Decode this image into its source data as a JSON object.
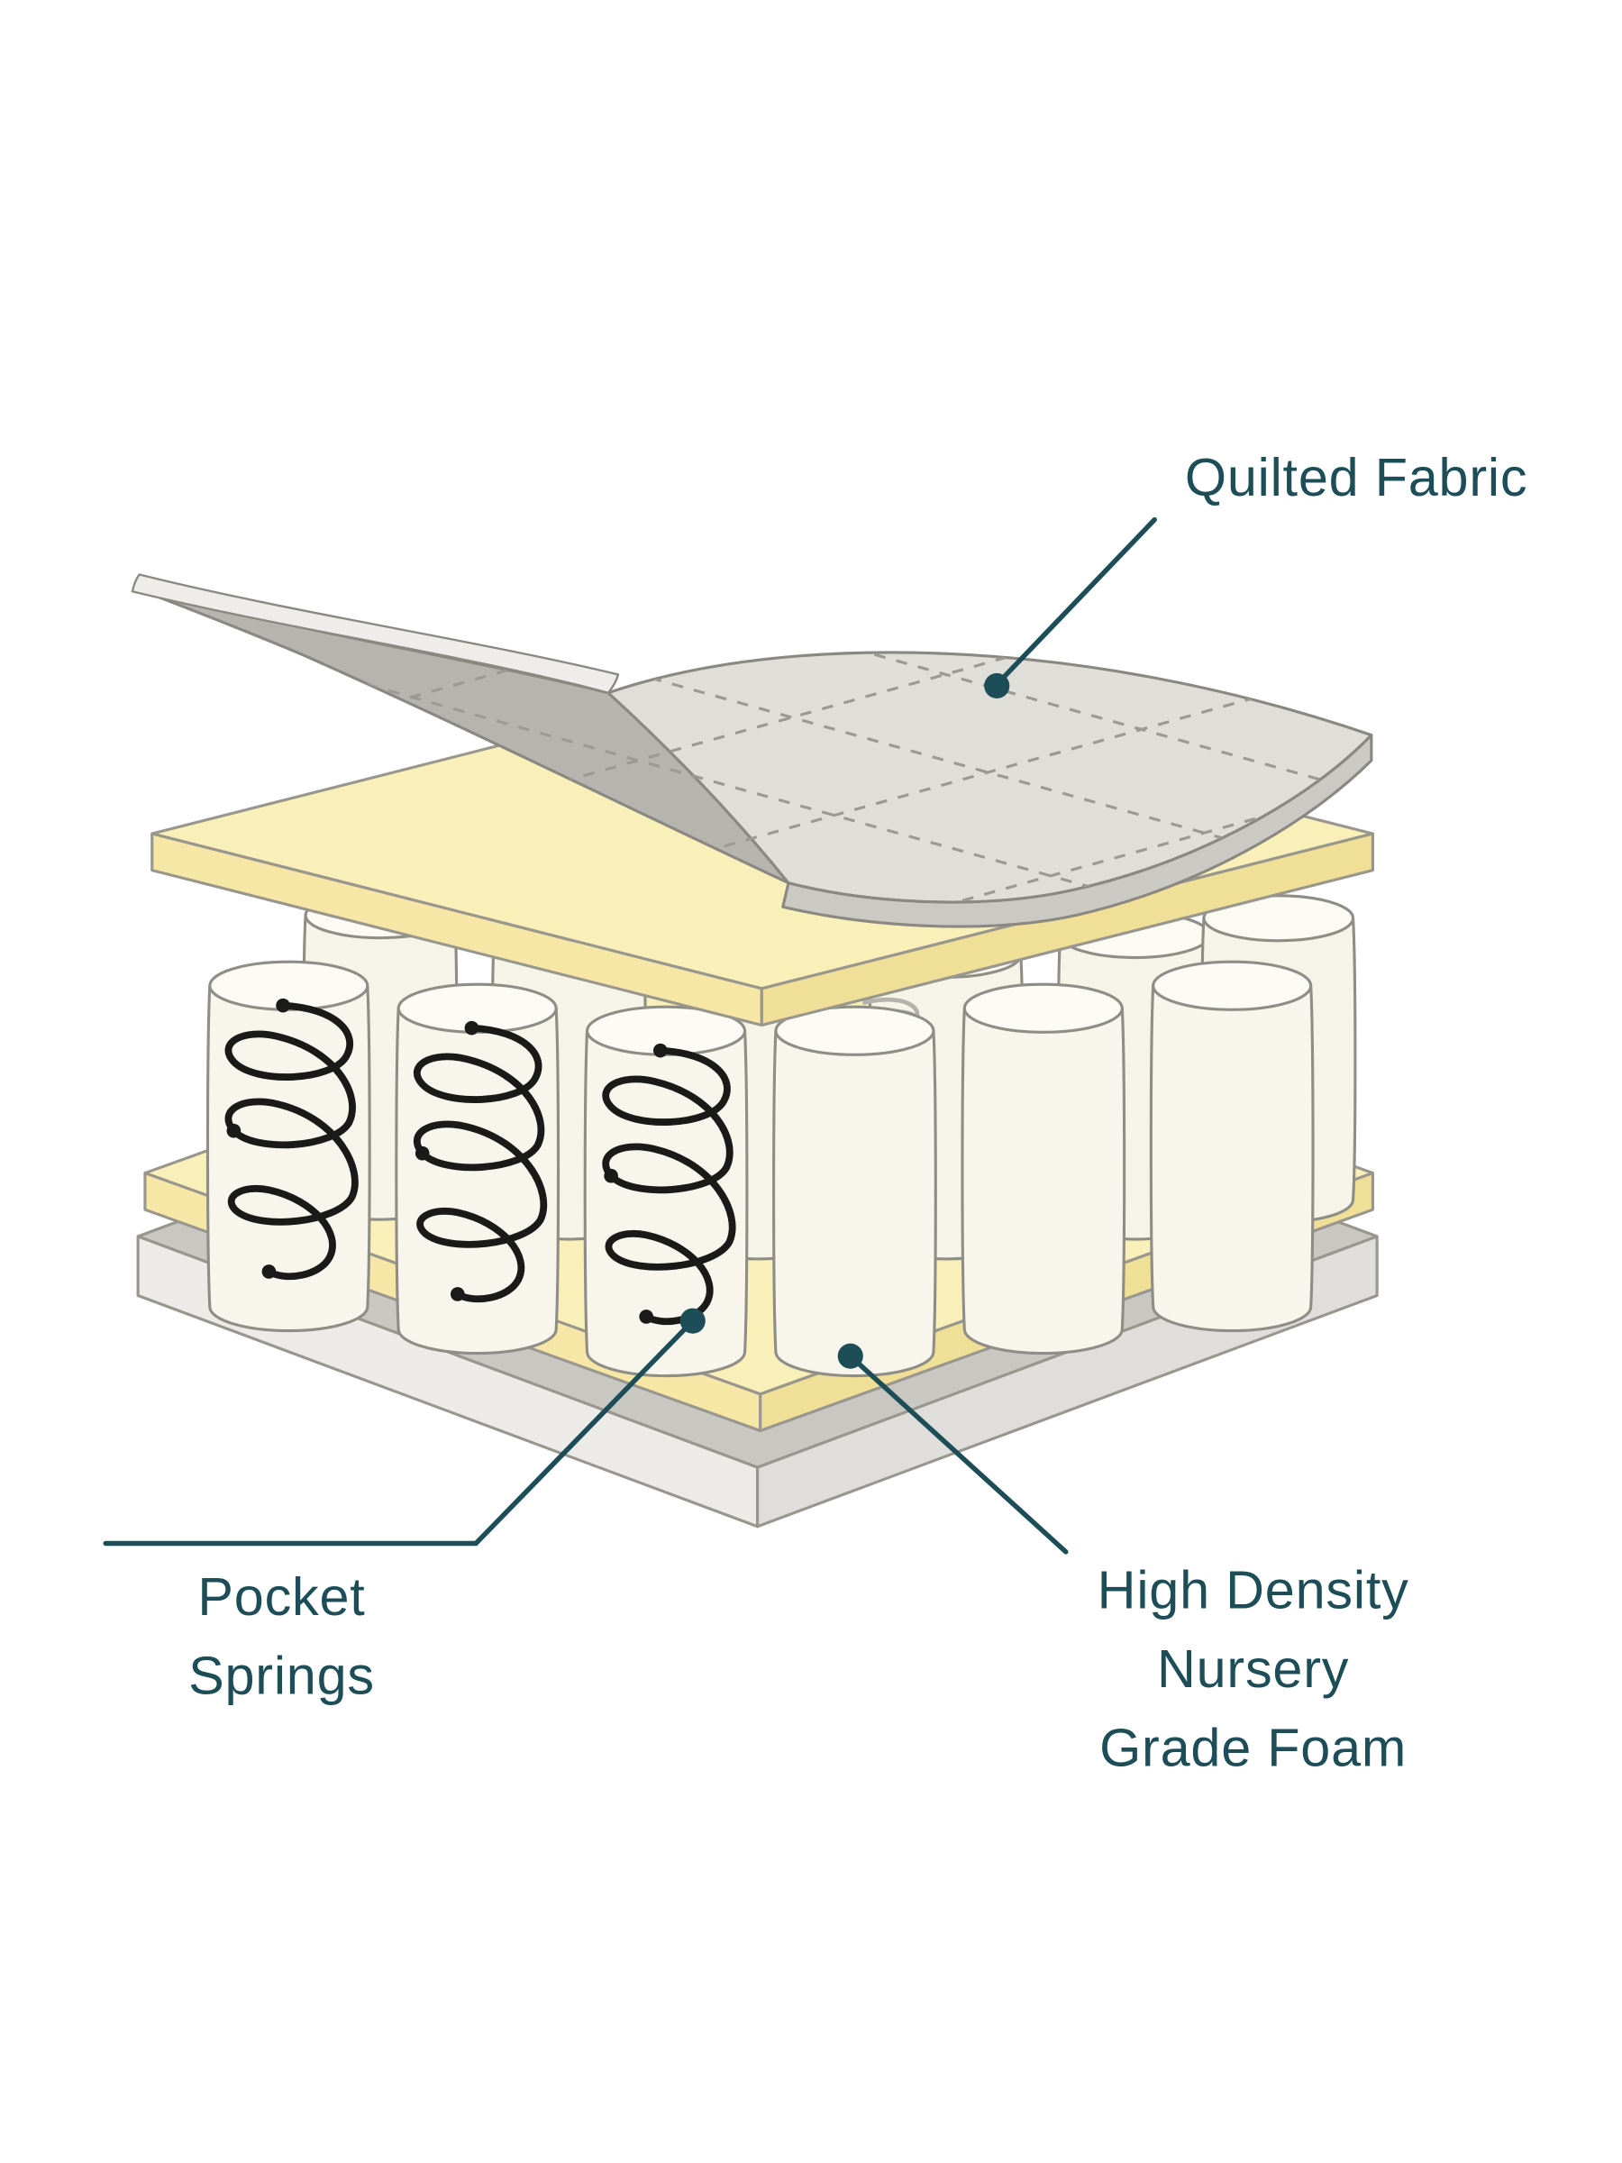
{
  "colors": {
    "label": "#1d4e58",
    "foam_top": "#f9efb9",
    "foam_left": "#f6e7a6",
    "foam_right": "#efdf97",
    "fabric_top": "#e0ded9",
    "fabric_under": "#b6b4af",
    "fabric_edge_band": "#eeede9",
    "fabric_front_band": "#cbc9c4",
    "spring_body": "#f8f6ec",
    "spring_top": "#fcfbf5",
    "coil_wire": "#1a1a18",
    "base_top": "#c9c7c2",
    "base_left": "#edebe7",
    "base_right": "#e0dedb",
    "background": "#ffffff"
  },
  "labels": {
    "quilted_fabric": "Quilted Fabric",
    "pocket_springs": [
      "Pocket",
      "Springs"
    ],
    "high_density_foam": [
      "High Density",
      "Nursery",
      "Grade Foam"
    ]
  }
}
